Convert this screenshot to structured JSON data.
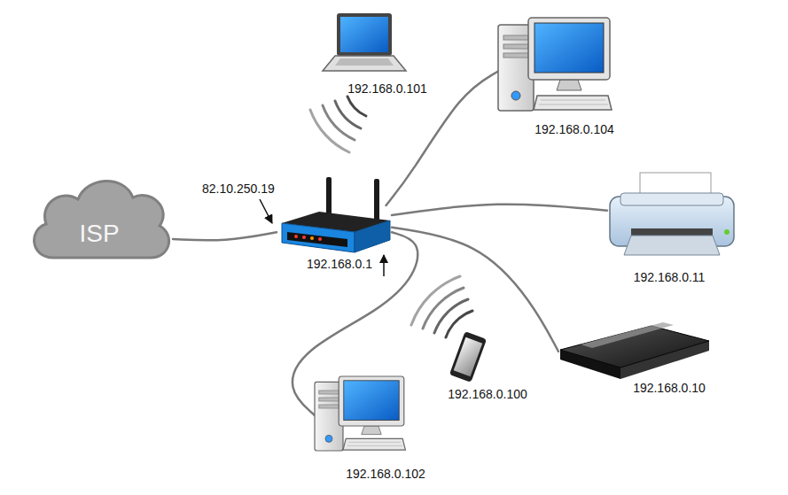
{
  "diagram": {
    "nodes": [
      {
        "text": [
          "ISP"
        ]
      },
      {
        "text": [
          "82.10.250.19",
          "192.168.0.1"
        ]
      },
      {
        "text": [
          "192.168.0.101"
        ]
      },
      {
        "text": [
          "192.168.0.104"
        ]
      },
      {
        "text": [
          "192.168.0.11"
        ]
      },
      {
        "text": [
          "192.168.0.100"
        ]
      },
      {
        "text": [
          "192.168.0.10"
        ]
      },
      {
        "text": [
          "192.168.0.102"
        ]
      }
    ],
    "edges": [
      {
        "from": 0,
        "to": 1,
        "arrow": "none"
      },
      {
        "from": 1,
        "to": 3,
        "arrow": "none"
      },
      {
        "from": 1,
        "to": 4,
        "arrow": "none"
      },
      {
        "from": 1,
        "to": 6,
        "arrow": "none"
      },
      {
        "from": 1,
        "to": 7,
        "arrow": "none"
      }
    ]
  }
}
